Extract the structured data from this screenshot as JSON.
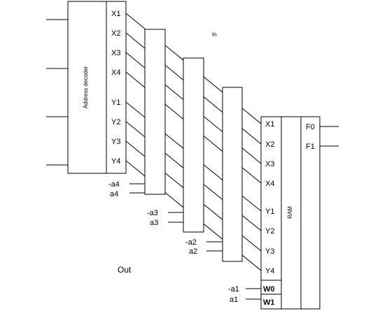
{
  "decoder": {
    "title": "Address decoder",
    "outputs": [
      "X1",
      "X2",
      "X3",
      "X4",
      "Y1",
      "Y2",
      "Y3",
      "Y4"
    ]
  },
  "ram": {
    "title": "RAM",
    "inputs": [
      "X1",
      "X2",
      "X3",
      "X4",
      "Y1",
      "Y2",
      "Y3",
      "Y4"
    ],
    "write_lines": [
      "W0",
      "W1"
    ],
    "outputs": [
      "F0",
      "F1"
    ]
  },
  "switches": [
    {
      "neg": "-a4",
      "pos": "a4"
    },
    {
      "neg": "-a3",
      "pos": "a3"
    },
    {
      "neg": "-a2",
      "pos": "a2"
    },
    {
      "neg": "-a1",
      "pos": "a1"
    }
  ],
  "labels": {
    "in": "In",
    "out": "Out"
  }
}
